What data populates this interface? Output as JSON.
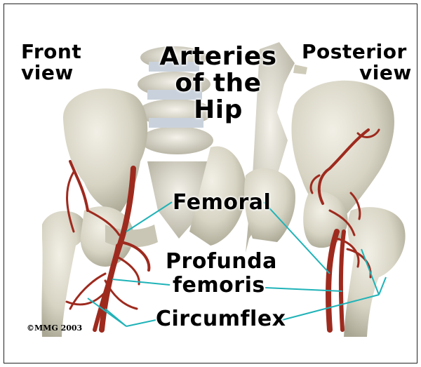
{
  "labels": {
    "front_view": [
      "Front",
      "view"
    ],
    "posterior_view": [
      "Posterior",
      "view"
    ],
    "title": [
      "Arteries",
      "of the",
      "Hip"
    ],
    "femoral": "Femoral",
    "profunda": [
      "Profunda",
      "femoris"
    ],
    "circumflex": "Circumflex",
    "copyright": "©MMG 2003"
  },
  "colors": {
    "bone": "#d9d6c8",
    "bone_shadow": "#a8a594",
    "artery": "#9e2a1e",
    "leader_line": "#1fb3b8",
    "border": "#222222"
  }
}
